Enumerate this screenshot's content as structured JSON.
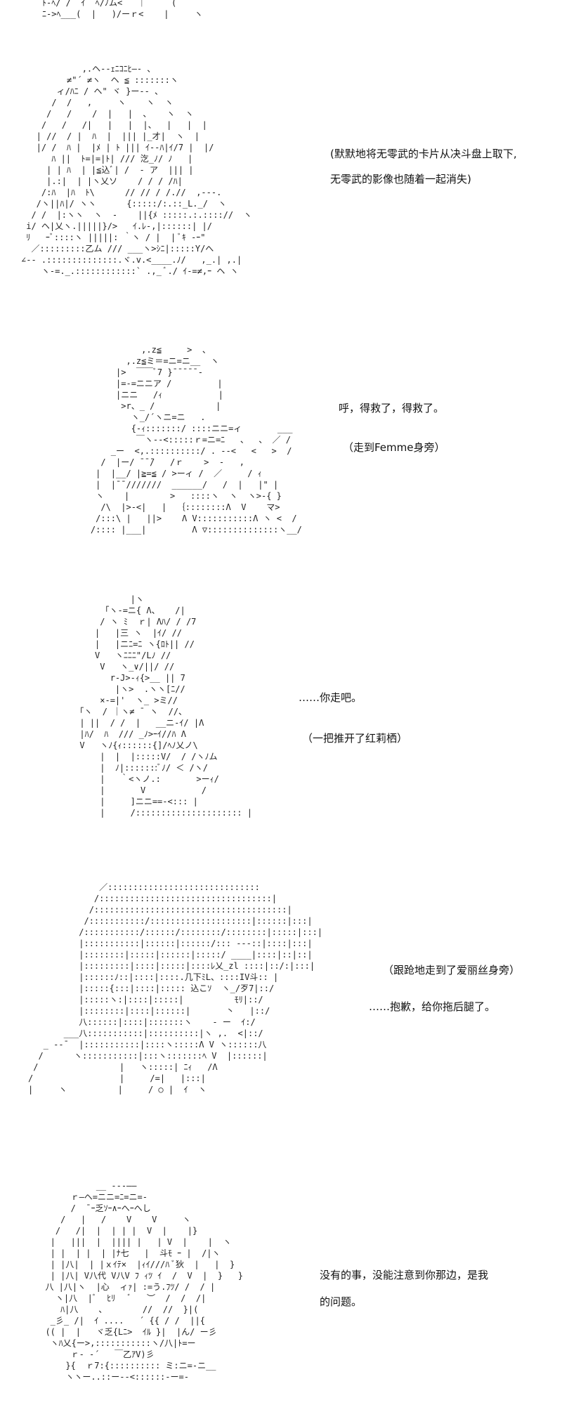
{
  "panels": [
    {
      "lines": [
        "(默默地将无零武的卡片从决斗盘上取下,",
        "无零武的影像也随着一起消失)"
      ],
      "art": [
        "ﾄ-ﾍ/ /  ｲ  ﾍ/ﾉム<   ｜     (",
        "ﾆ->ﾍ___(  |   )/ーｒ<    |     ヽ"
      ]
    },
    {
      "lines": [],
      "art": [
        "            ,.ヘ-‐ｪﾆｺﾆﾋ―- 、",
        "         ≠\"´ ≠ヽ  ヘ ≦ :::::::ヽ",
        "       ィ/ﾊﾆ / ヘ\" ヾ }ー-- 、",
        "      /  /   ,     ヽ    ヽ  ヽ",
        "     /   /    /  |   |  、   ヽ  ヽ",
        "    /   /   /|   |   |  |、  |   |  |",
        "   | //  / |  ﾊ  |  ||| |_才|  ヽ  |",
        "   |/ /  ﾊ |  |ﾒ | ﾄ ||| ｲ--ﾊ|ｲ/7 |  |/",
        "      ﾊ ||  ﾄ=|=|ﾄ| /// 汔_ﾉ/ ﾉ   |",
        "     | | ﾊ  | |≦込ﾞ| /  - ア  ||| |",
        "     |.:|  | |ヽ乂ソ    / / / /ﾊ|",
        "    /:ﾊ  |ﾊ  ﾄ\\      // // / /.//  ,---. ",
        "   /ヽ||ﾊ|/ ヽヽ      {:::::/:.::_L._/  ヽ",
        "  / /  |:ヽヽ  ヽ  -    ||{ﾒ :::::.:.:::://  ヽ",
        " i/ ヘ|乂ヽ.|||||}/>   ｲ.ﾚ‐,|::::::| |/",
        " ﾘ   ｰﾞ::::ヽ |||||: ｀ヽ / |  | ﾞｷ -ｰ\"",
        "  ／:::::::::乙ム /// ___ヽ>ｼﾆ|:::::Y/へ",
        "∠-- .::::::::::::::.ヾ.v.<____.ﾉ/   ,_.| ,.|",
        "    ヽ-=._.::::::::::::` .,_ ﾞ./ ｲ-=≠,ｰ ヘ ヽ"
      ]
    },
    {
      "lines": [
        "呼，得救了，得救了。",
        "（走到Femme身旁）"
      ],
      "art": [
        "              ,.z≦     >  、",
        "           ,.z≦ミ＝=ニ=ニ__  ヽ",
        "         |>  ￣￣ﾞ7 }¯¯¯¯¯‐ ",
        "         |=-=ニニア /         |",
        "         |ニニ   /ｨ           |",
        "          >r、_ /            |",
        "            ヽ_/´ヽニ=ニ   .",
        "            {-ｨ:::::::/ ::::ニニ=ィ       ___",
        "             ￣ヽ--<:::::ｒ=ニ=ﾆ   、  、 ／ / ",
        "        _ー  <,.::::::::::/ . -‐<   <   >  / ",
        "      /  |ー/ ̄ ̄ ̄/   /ｒ    >  -   ,",
        "     |  |__/ |≧=≦ / >ーィ /  ／     / ｨ",
        "     |  |¯¯///////  ______/   /  |   |\" |",
        "     ヽ    |        >   ::::ヽ  ヽ  ヽ>-{ }",
        "      /\\  |>-<|   |  ｛::::::::Λ  V    マ>",
        "     /:::\\ |   ||>    Λ V:::::::::::Λ ヽ <  /",
        "    /:::: |___|         Λ ▽::::::::::::::ヽ__/"
      ]
    },
    {
      "lines": [
        "……你走吧。",
        "（一把推开了红莉栖）"
      ],
      "art": [
        "                |ヽ",
        "           ｢ヽ-=ニ{ Λ、   /|",
        "          / ヽ ﾐ  ｒ| Λﾊ/ / /7",
        "         |   |三 ヽ  |ｲ/ //",
        "         |   |ニﾆ=ﾆ ヽ{ﾛﾄ|| //",
        "         V   ヽﾆﾆﾆ\"/Lﾉ //",
        "          V   ヽ_∨/||/ //",
        "            r-J>-ｨ{>__ || 7",
        "             |ヽ>  .ヽヽ[ﾆ//",
        "          ×-=|'  ヽ_ >ミ// ",
        "      ｢ヽ  / ｜ヽ≠ ¯ ヽ  //、",
        "      | ||  / /  |   __ニ-ｲ/ |Λ",
        "      |ﾊ/  ﾊ  /// _ﾉ>ｰｲ//ﾊ Λ",
        "      V   ヽﾉ{ｨ::::::{]/ﾍﾉ乂ノ\\",
        "          |  |  |:::::V/  / /ヽﾉム",
        "          |  ﾉ|:::::::ﾞﾉ/ ＜ /ヽ/",
        "          |   ｀<ヽノ.:       >ーｨ/",
        "          |       V           /",
        "          |     ]ニニ==-<::: |",
        "          |     /::::::::::::::::::::: |"
      ]
    },
    {
      "lines": [
        "（跟跄地走到了爱丽丝身旁）",
        "……抱歉，给你拖后腿了。"
      ],
      "art": [
        "              ／::::::::::::::::::::::::::::::",
        "             /::::::::::::::::::::::::::::::::::|",
        "            /::::::::::::::::::::::::::::::::::::::|",
        "           /:::::::::::/::::::::::::::::::::|::::::|:::|",
        "          /:::::::::::/::::::/::::::::/::::::::|:::::|:::|",
        "          |:::::::::::|::::::|::::::/::: ‐--::|::::|:::|",
        "          |::::::::|:::::|::::::|:::::/ ____|::::|::|::|",
        "          |:::::::::|::::|:::::|::::ﾚ乂_zl ::::|::/:|:::|",
        "          |::::::ﾉ::|::::|::::.几下ﾐL、::::IV斗:: |",
        "          |:::::{:::|::::|::::: 込こｿ  ヽ_/歹7|::/",
        "          |:::::ヽ:|::::|:::::|          ﾓﾘ|::/",
        "          |::::::::|::::|::::::|       丶   |::/",
        "          八::::::|::::|:::::::ヽ    ‐ ー  ｲ:/",
        "       ___八:::::::::::|::::::::::|ヽ ,.  <|::/",
        "   _ -‐¯  |:::::::::::|::::ヽ:::::Λ V ヽ::::::八",
        "  /      ヽ:::::::::::|:::ヽ:::::::ﾍ V  |::::::|",
        " /                |   ヽ:::::| ﾆｨ   /Λ",
        "/                 |     /=|   |:::|",
        "|     ヽ          |     / ○ |  ｲ  ヽ"
      ]
    },
    {
      "lines": [
        "没有的事，没能注意到你那边，是我",
        "的问题。"
      ],
      "art": [
        "            __ ---——",
        "       ｒ―ヘ=ニニ=ﾆ=ニ=-",
        "       /  ¯ｰ乏ｿｰ∧ｰへｰへし",
        "     /   |   /    V    V     ヽ",
        "    /   /|  |  | | |  V  |    |}",
        "   |   |||  |  |||| |   | V  |    |  ヽ",
        "   | |  | |  | |ﾅ七   |  斗ﾓ ｰ |  /|ヽ",
        "   | |八|  | |ｘｲﾃ×  |ｨｲ///ﾊ ﾞ狄  |   |  }",
        "   | |八| V八代 V八V ﾌ ｨﾂ ｲ  /  V  |  }   }",
        "  八 |八|ヽ  |心  ィｧ| :=う.ﾌﾂ/ /  / |",
        "    ヽ|八  |ﾞ  ﾋﾘ   ﾞ   ︶  /  /  /|",
        "     ﾊ|八    、       //  //  }|(",
        "   _彡_ /|  ｲ ....   ´ {{ / /  ||{",
        "  (( |  |   ヾ乏{Lﾆ>  ｲﾙ }|  |ん/ ー彡",
        "   ヽﾊ乂{ー>,:::::::::::ヽ/八|ﾄ=ー",
        "       ｒ‐ ‐´   ￣乙ｱV)彡",
        "      }{  ｒ7:{:::::::::: ミ:ニ=-ニ__",
        "      ヽヽー..::ー--<::::::‐ー=-"
      ]
    }
  ]
}
